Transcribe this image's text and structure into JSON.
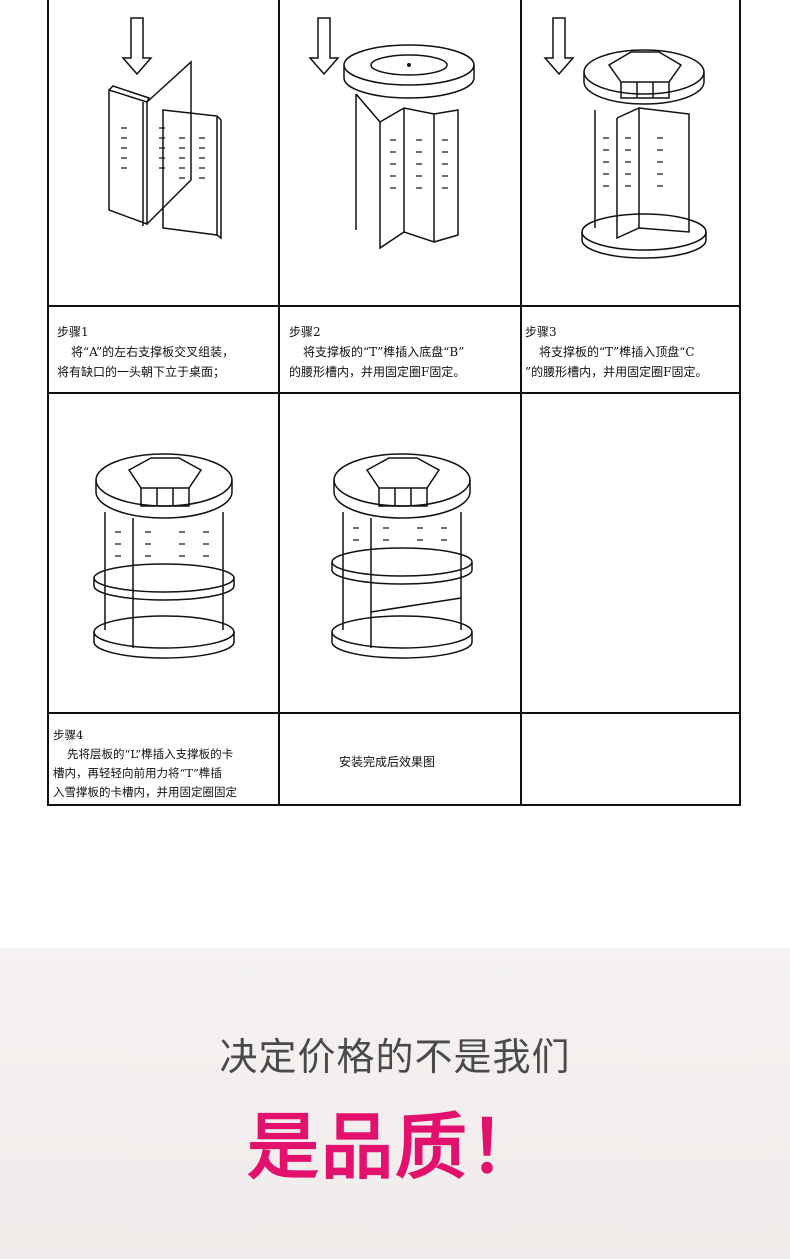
{
  "steps": {
    "step1": {
      "title": "步骤1",
      "line1": "将“A”的左右支撑板交叉组装，",
      "line2": "将有缺口的一头朝下立于桌面；"
    },
    "step2": {
      "title": "步骤2",
      "line1": "将支撑板的“T”榫插入底盘“B”",
      "line2": "的腰形槽内，并用固定圈F固定。"
    },
    "step3": {
      "title": "步骤3",
      "line1": "将支撑板的“T”榫插入顶盘“C",
      "line2": "”的腰形槽内，并用固定圈F固定。"
    },
    "step4": {
      "title": "步骤4",
      "line1": "先将层板的“L”榫插入支撑板的卡",
      "line2": "槽内，再轻轻向前用力将“T”榫插",
      "line3": "入雪撑板的卡槽内，并用固定圈固定"
    },
    "final": {
      "caption": "安装完成后效果图"
    }
  },
  "slogan": {
    "line1": "决定价格的不是我们",
    "line2": "是品质！"
  },
  "colors": {
    "accent": "#e3106e",
    "slogan_gray": "#4a4a4a",
    "line": "#111111"
  }
}
